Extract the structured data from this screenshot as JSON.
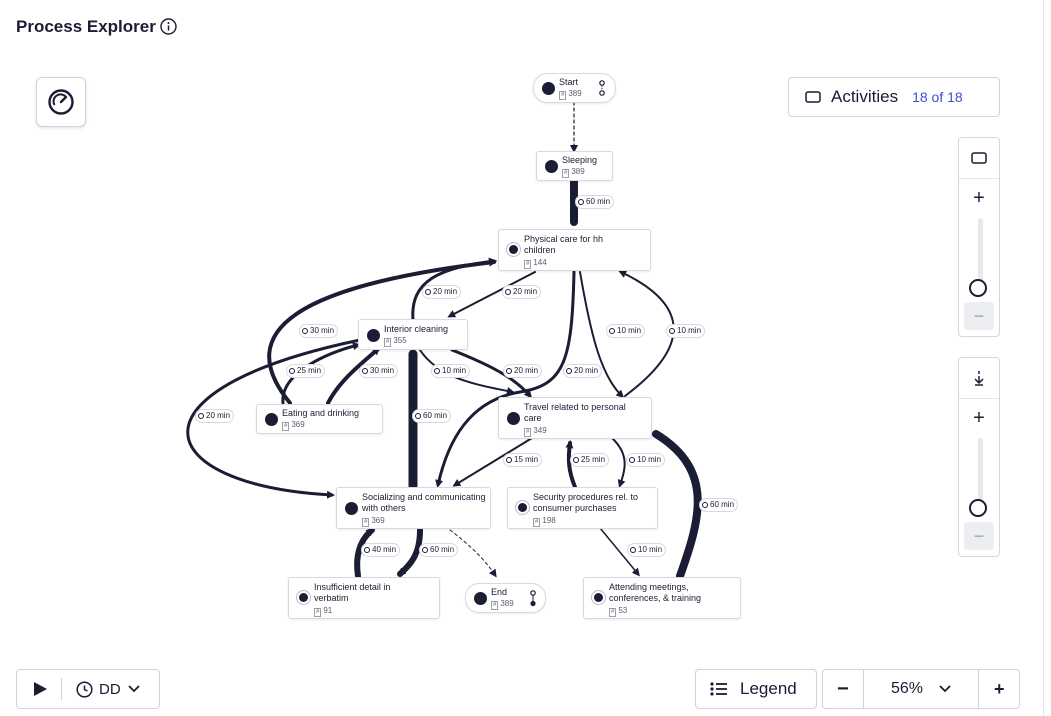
{
  "header": {
    "title": "Process Explorer"
  },
  "activities": {
    "label": "Activities",
    "count": "18 of 18"
  },
  "playback": {
    "time_unit": "DD"
  },
  "legend": {
    "label": "Legend"
  },
  "zoom": {
    "value": "56%"
  },
  "nodes": {
    "start": {
      "label": "Start",
      "count": "389"
    },
    "sleeping": {
      "label": "Sleeping",
      "count": "389"
    },
    "physical_care": {
      "label": "Physical care for hh children",
      "count": "144"
    },
    "interior_cleaning": {
      "label": "Interior cleaning",
      "count": "355"
    },
    "eating": {
      "label": "Eating and drinking",
      "count": "369"
    },
    "travel": {
      "label": "Travel related to personal care",
      "count": "349"
    },
    "socializing": {
      "label": "Socializing and communicating with others",
      "count": "369"
    },
    "security": {
      "label": "Security procedures rel. to consumer purchases",
      "count": "198"
    },
    "insufficient": {
      "label": "Insufficient detail in verbatim",
      "count": "91"
    },
    "end": {
      "label": "End",
      "count": "389"
    },
    "attending": {
      "label": "Attending meetings, conferences, & training",
      "count": "53"
    }
  },
  "edges": {
    "sleep_phys": "60 min",
    "int_phys": "20 min",
    "phys_int": "20 min",
    "eat_phys": "30 min",
    "phys_soc_a": "10 min",
    "travel_phys": "10 min",
    "eat_int_a": "25 min",
    "eat_int_b": "30 min",
    "int_travel": "10 min",
    "int_soc_travel": "20 min",
    "phys_travel": "20 min",
    "int_soc_loop": "20 min",
    "soc_int": "60 min",
    "travel_soc": "15 min",
    "sec_travel": "25 min",
    "travel_sec": "10 min",
    "att_travel": "60 min",
    "ins_soc": "40 min",
    "soc_ins": "60 min",
    "sec_att": "10 min"
  }
}
